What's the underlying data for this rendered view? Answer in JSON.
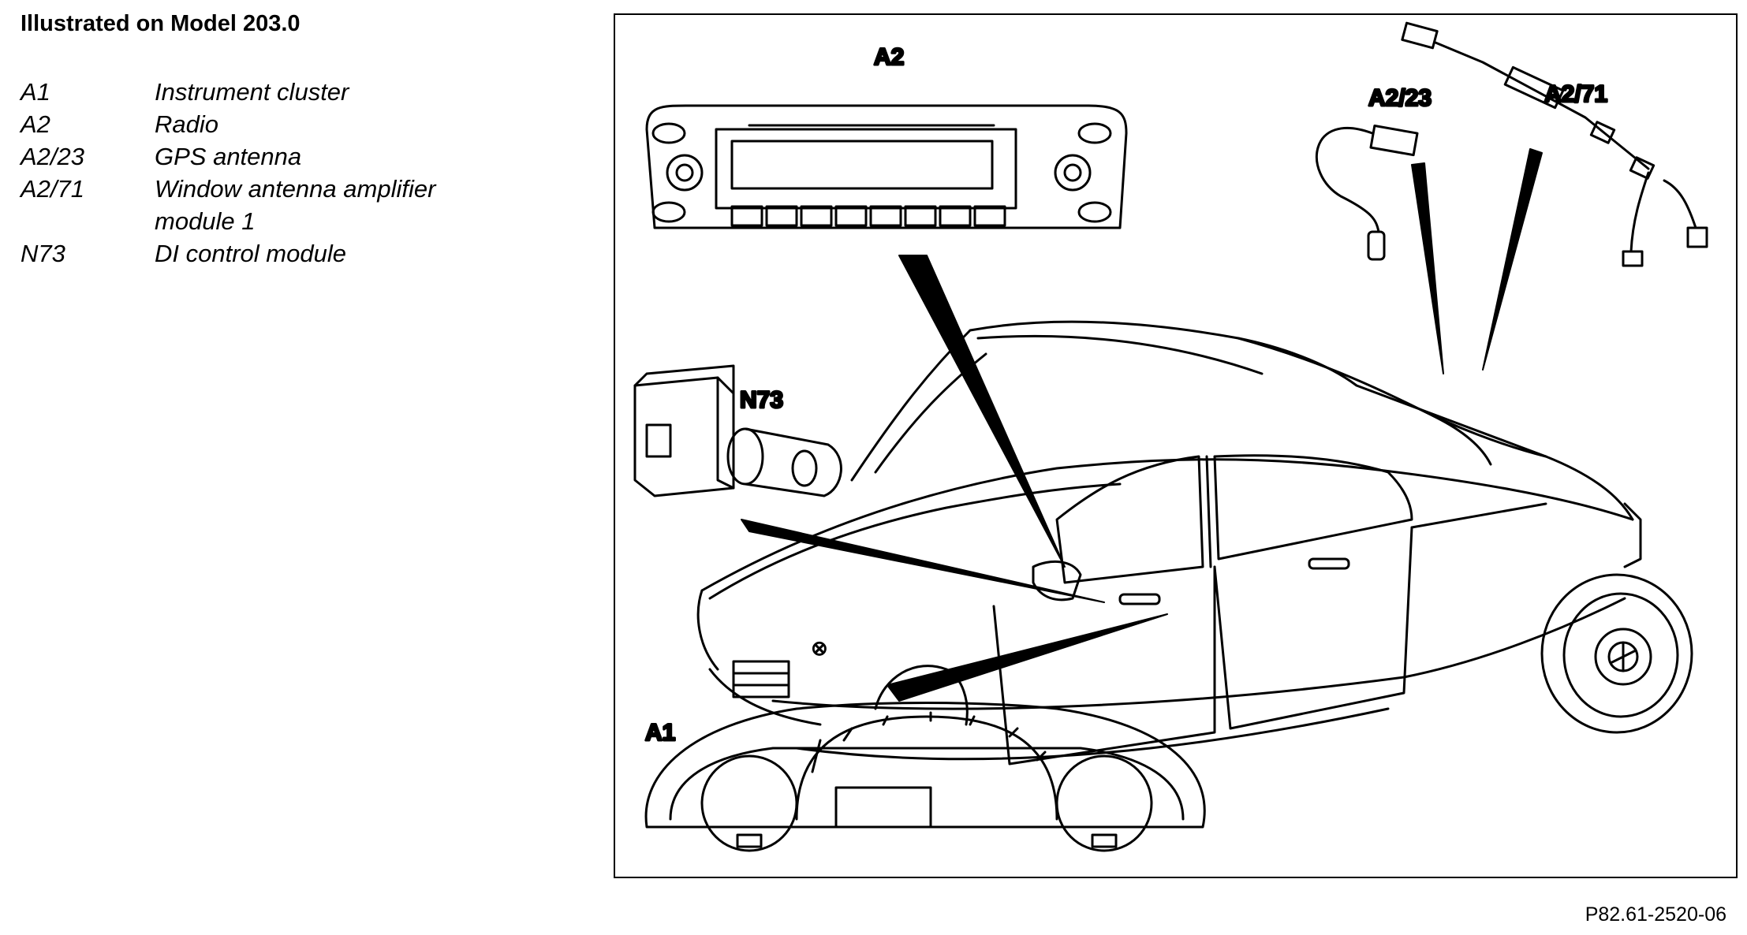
{
  "title": "Illustrated on Model 203.0",
  "legend": [
    {
      "code": "A1",
      "description": "Instrument cluster"
    },
    {
      "code": "A2",
      "description": "Radio"
    },
    {
      "code": "A2/23",
      "description": "GPS antenna"
    },
    {
      "code": "A2/71",
      "description": "Window antenna amplifier\nmodule 1"
    },
    {
      "code": "N73",
      "description": "DI control module"
    }
  ],
  "callouts": {
    "a1": "A1",
    "a2": "A2",
    "a2_23": "A2/23",
    "a2_71": "A2/71",
    "n73": "N73"
  },
  "figure_id": "P82.61-2520-06"
}
